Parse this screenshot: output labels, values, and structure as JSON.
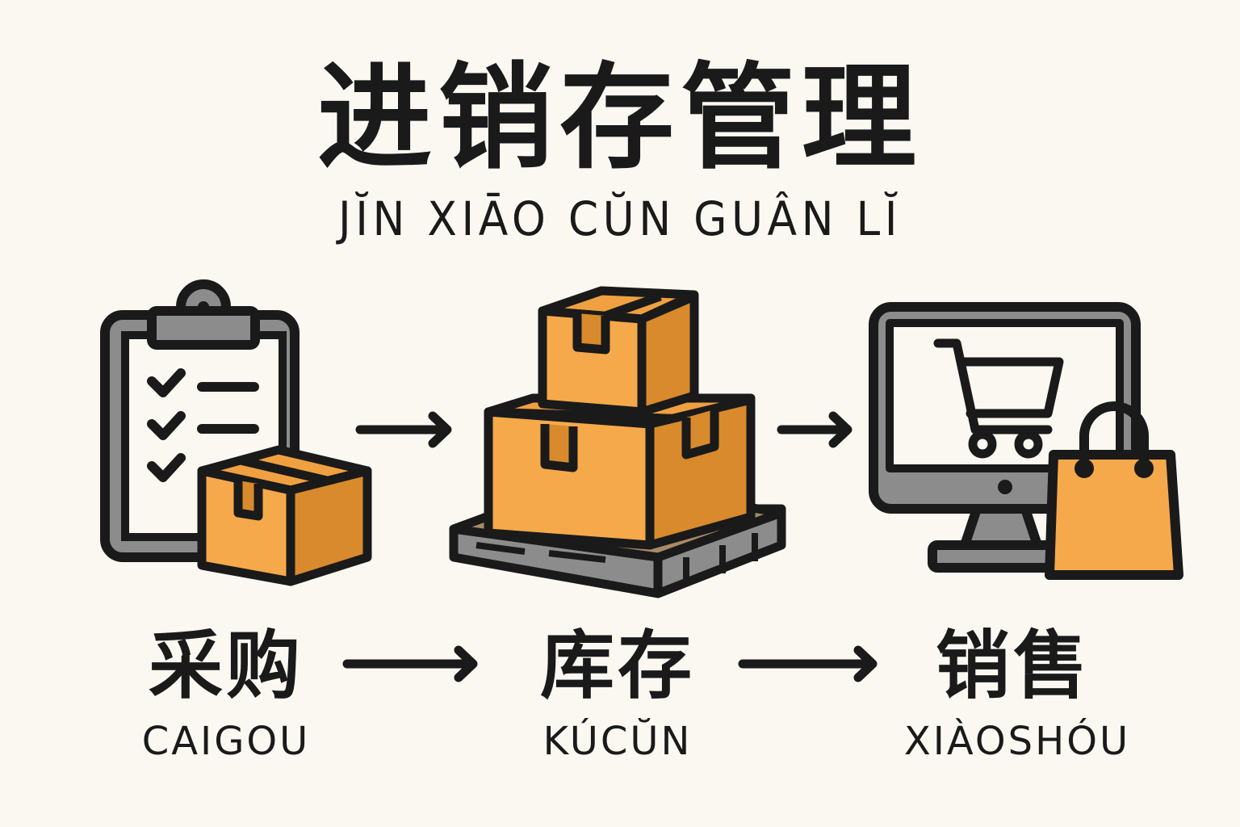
{
  "title": {
    "text": "进销存管理",
    "pinyin": "JĬN XIĀO CŬN GUÂN LĬ"
  },
  "stages": [
    {
      "label": "采购",
      "pinyin": "CAIGOU",
      "icon": "clipboard-checklist-with-box-icon"
    },
    {
      "label": "库存",
      "pinyin": "KÚCŬN",
      "icon": "stacked-boxes-on-pallet-icon"
    },
    {
      "label": "销售",
      "pinyin": "XIÀOSHÓU",
      "icon": "computer-with-cart-and-shopping-bag-icon"
    }
  ],
  "colors": {
    "background": "#fbf8f2",
    "ink": "#1a1a1a",
    "box_light": "#f5a94a",
    "box_dark": "#d88a2c",
    "gray": "#8c8c8c",
    "pallet_top": "#a88b66",
    "paper": "#fbf8f2"
  }
}
